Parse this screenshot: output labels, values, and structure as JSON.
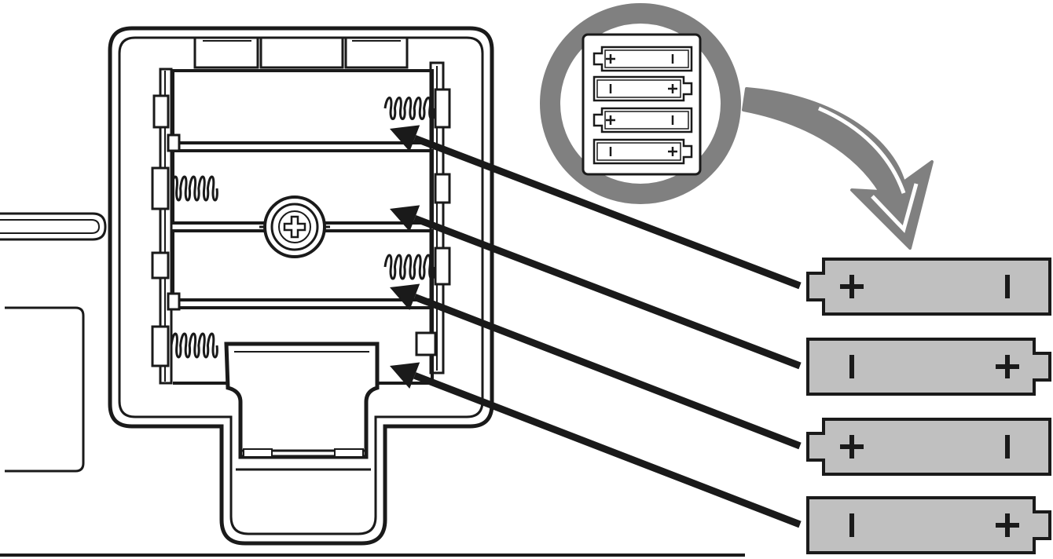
{
  "colors": {
    "ink": "#1a1a1a",
    "battery_fill": "#c0c0c0",
    "guide_gray": "#808080",
    "background": "#ffffff"
  },
  "batteries": [
    {
      "index": 1,
      "orientation": "positive-left",
      "left_symbol": "+",
      "right_symbol": "−"
    },
    {
      "index": 2,
      "orientation": "positive-right",
      "left_symbol": "−",
      "right_symbol": "+"
    },
    {
      "index": 3,
      "orientation": "positive-left",
      "left_symbol": "+",
      "right_symbol": "−"
    },
    {
      "index": 4,
      "orientation": "positive-right",
      "left_symbol": "−",
      "right_symbol": "+"
    }
  ],
  "polarity_guide": [
    {
      "index": 1,
      "orientation": "positive-left",
      "left_symbol": "+",
      "right_symbol": "−"
    },
    {
      "index": 2,
      "orientation": "positive-right",
      "left_symbol": "−",
      "right_symbol": "+"
    },
    {
      "index": 3,
      "orientation": "positive-left",
      "left_symbol": "+",
      "right_symbol": "−"
    },
    {
      "index": 4,
      "orientation": "positive-right",
      "left_symbol": "−",
      "right_symbol": "+"
    }
  ],
  "icons": {
    "screw": "screw-icon",
    "spring": "spring-icon",
    "curved_arrow": "curved-arrow-icon",
    "insertion_arrow": "arrow-icon"
  }
}
